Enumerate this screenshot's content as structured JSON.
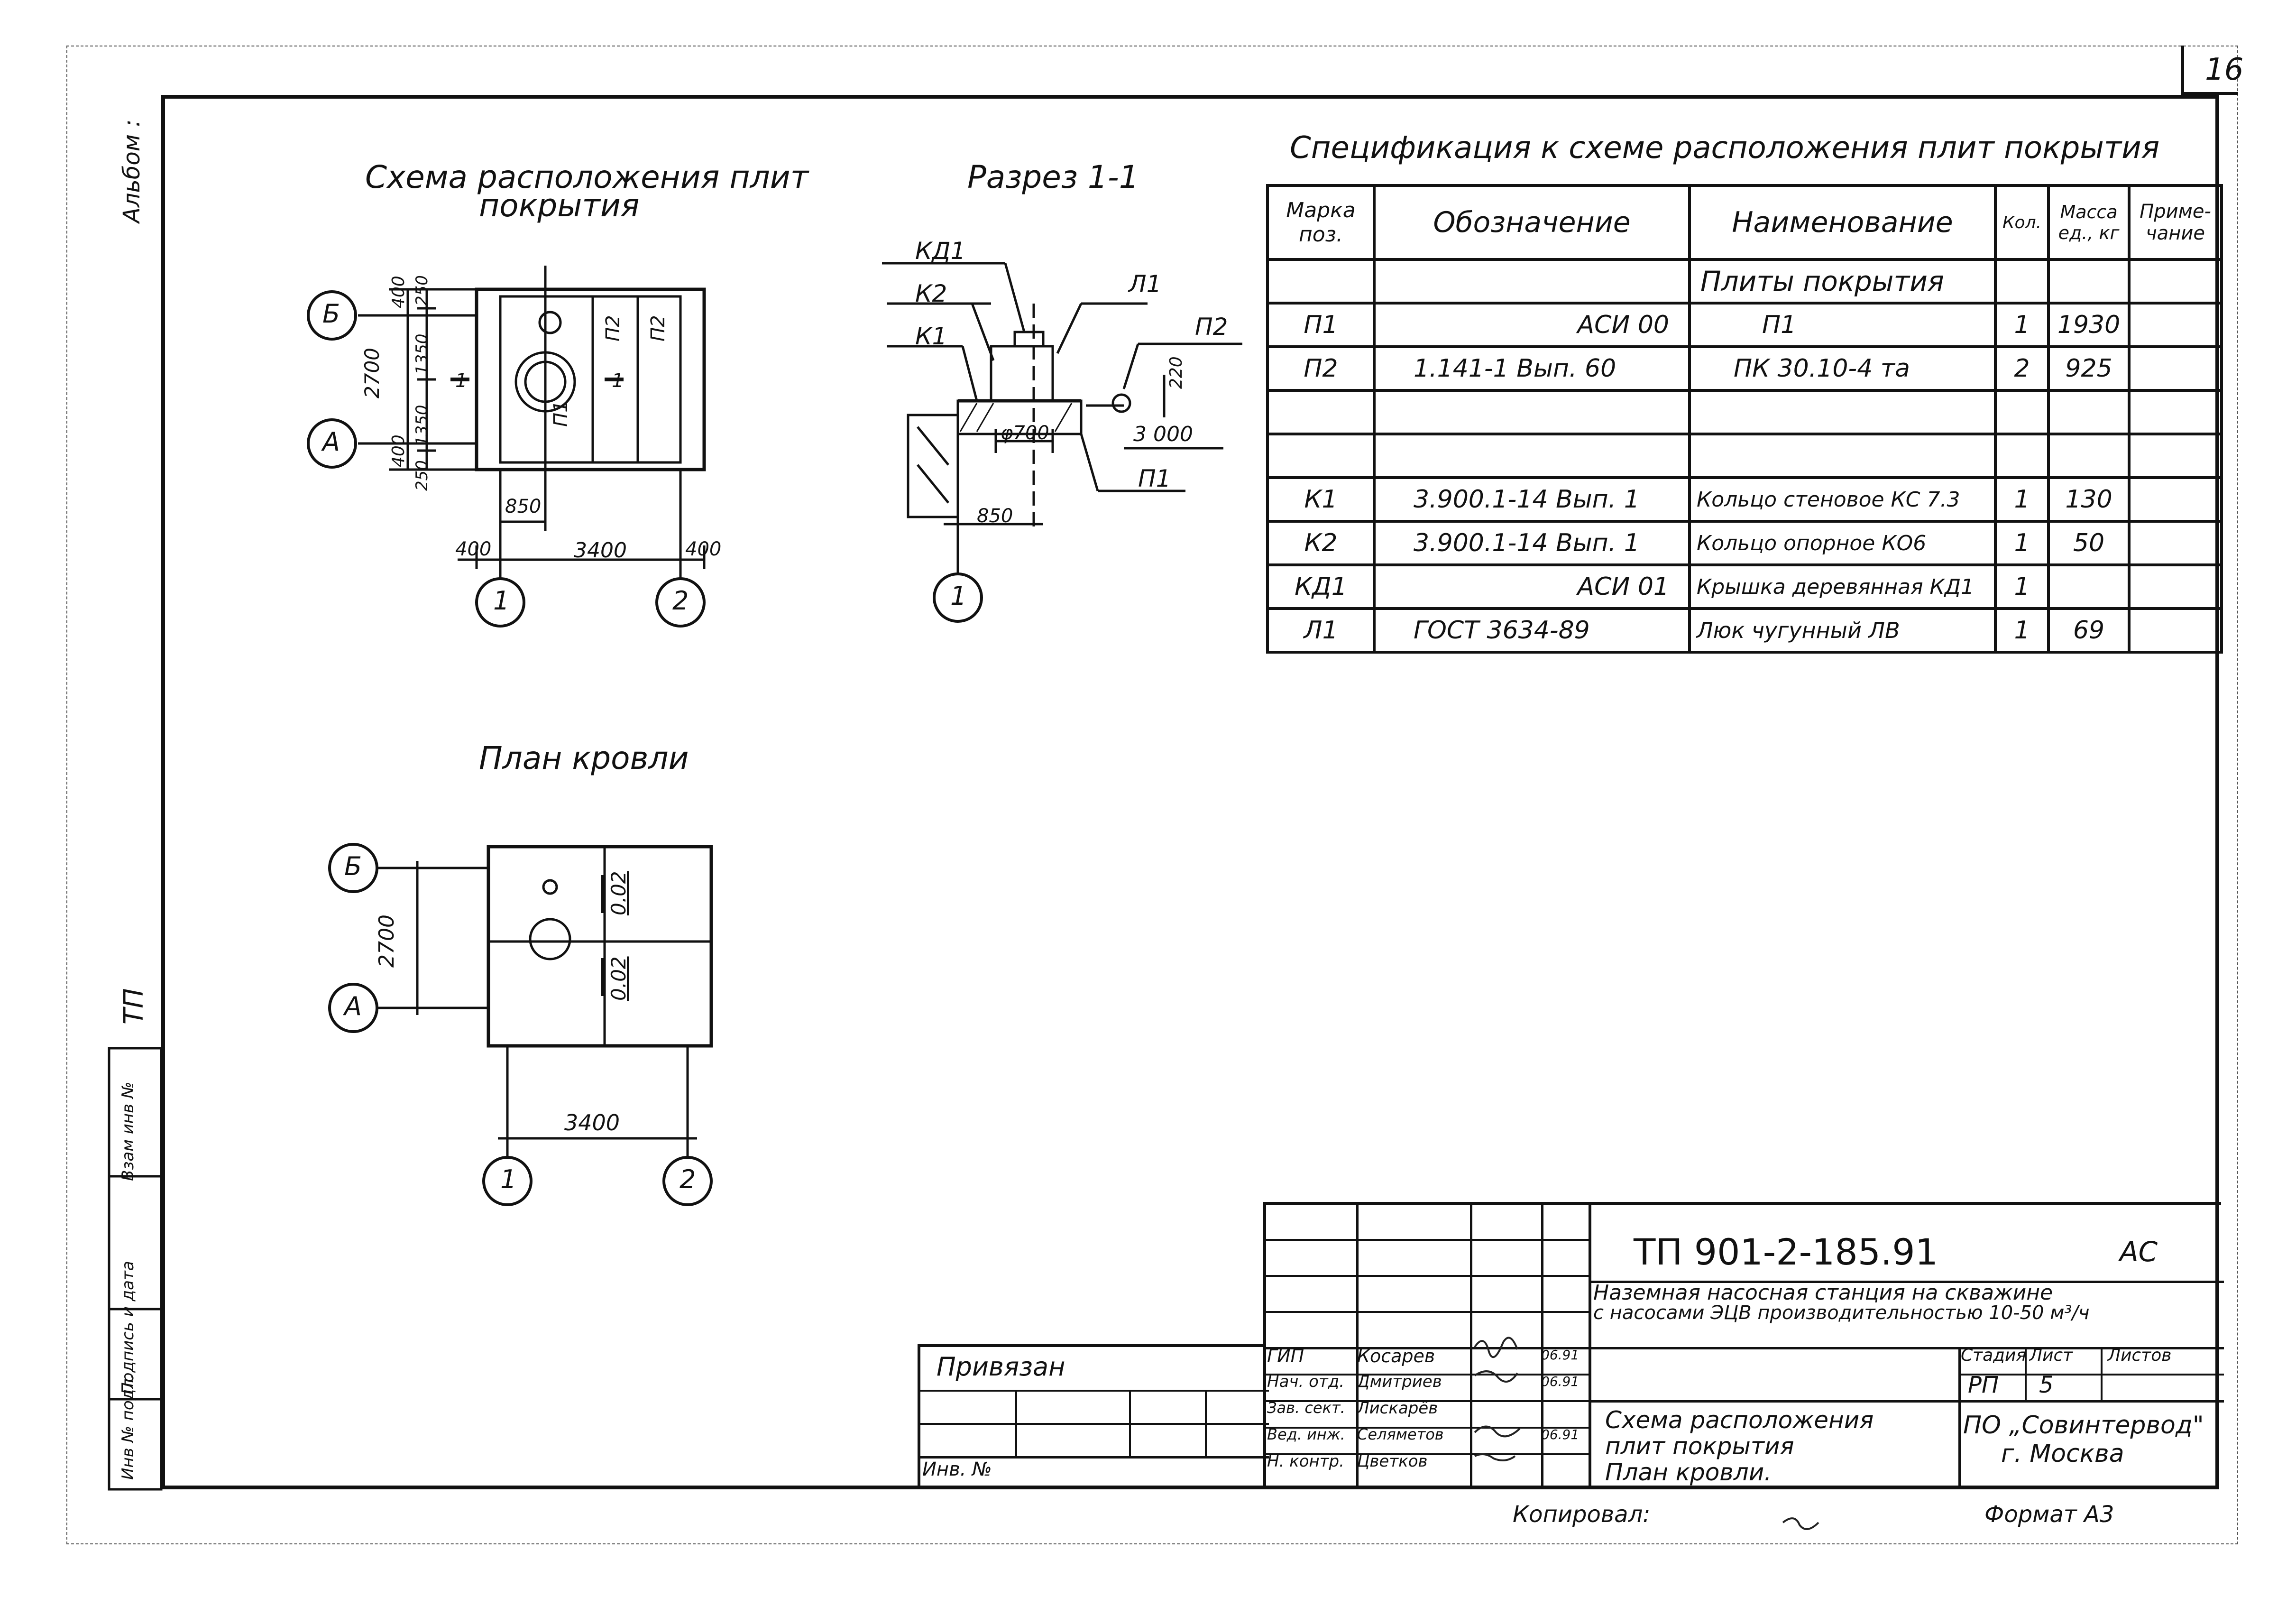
{
  "sheet_number": "16",
  "side_labels": {
    "album": "Альбом :",
    "tp": "ТП",
    "inv_vzam": "Взам инв №",
    "sign_date": "Подпись и дата",
    "inv_orig": "Инв № подл."
  },
  "scheme": {
    "title_line1": "Схема расположения плит",
    "title_line2": "покрытия",
    "axis_b": "Б",
    "axis_a": "А",
    "axis_1": "1",
    "axis_2": "2",
    "dims": {
      "d400_top": "400",
      "d250_top": "250",
      "d2700": "2700",
      "d1350_a": "1350",
      "d1350_b": "1350",
      "d400_bot": "400",
      "d250_bot": "250",
      "d850": "850",
      "d400_l": "400",
      "d3400": "3400",
      "d400_r": "400"
    },
    "marks": {
      "p1": "П1",
      "p2a": "П2",
      "p2b": "П2",
      "cut": "1"
    }
  },
  "section": {
    "title": "Разрез 1-1",
    "labels": {
      "kd1": "КД1",
      "k2": "К2",
      "k1": "К1",
      "l1_top": "Л1",
      "p2": "П2",
      "l1_bot": "П1",
      "d220": "220",
      "d3000": "3 000",
      "phi700": "φ700",
      "d850": "850",
      "axis_1": "1"
    }
  },
  "spec": {
    "title": "Спецификация к схеме расположения плит покрытия",
    "headers": [
      "Марка поз.",
      "Обозначение",
      "Наименование",
      "Кол.",
      "Масса ед., кг",
      "Приме-чание"
    ],
    "section_label": "Плиты покрытия",
    "rows": [
      [
        "П1",
        "АСИ 00",
        "П1",
        "1",
        "1930",
        ""
      ],
      [
        "П2",
        "1.141-1 Вып. 60",
        "ПК 30.10-4 та",
        "2",
        "925",
        ""
      ],
      [
        "",
        "",
        "",
        "",
        "",
        ""
      ],
      [
        "",
        "",
        "",
        "",
        "",
        ""
      ],
      [
        "К1",
        "3.900.1-14 Вып. 1",
        "Кольцо стеновое КС 7.3",
        "1",
        "130",
        ""
      ],
      [
        "К2",
        "3.900.1-14 Вып. 1",
        "Кольцо опорное КО6",
        "1",
        "50",
        ""
      ],
      [
        "КД1",
        "АСИ 01",
        "Крышка деревянная КД1",
        "1",
        "",
        ""
      ],
      [
        "Л1",
        "ГОСТ 3634-89",
        "Люк чугунный ЛВ",
        "1",
        "69",
        ""
      ]
    ]
  },
  "roof": {
    "title": "План кровли",
    "axis_b": "Б",
    "axis_a": "А",
    "axis_1": "1",
    "axis_2": "2",
    "d2700": "2700",
    "d3400": "3400",
    "slope1": "0.02",
    "slope2": "0.02"
  },
  "stamp": {
    "code": "ТП 901-2-185.91",
    "mark": "АС",
    "project_line1": "Наземная насосная станция на скважине",
    "project_line2": "с насосами ЭЦВ производительностью 10-50 м³/ч",
    "sheet_title_line1": "Схема расположения",
    "sheet_title_line2": "плит покрытия",
    "sheet_title_line3": "План кровли.",
    "stage_label": "Стадия",
    "sheet_label": "Лист",
    "sheets_label": "Листов",
    "stage": "РП",
    "sheet": "5",
    "org_line1": "ПО „Совинтервод\"",
    "org_line2": "г. Москва",
    "privyazan": "Привязан",
    "inv_no": "Инв. №",
    "roles": [
      {
        "role": "ГИП",
        "name": "Косарев",
        "date": "06.91"
      },
      {
        "role": "Нач. отд.",
        "name": "Дмитриев",
        "date": "06.91"
      },
      {
        "role": "Зав. сект.",
        "name": "Лискарёв",
        "date": ""
      },
      {
        "role": "Вед. инж.",
        "name": "Селяметов",
        "date": "06.91"
      },
      {
        "role": "Н. контр.",
        "name": "Цветков",
        "date": ""
      }
    ]
  },
  "footer": {
    "copied": "Копировал:",
    "format": "Формат А3"
  }
}
